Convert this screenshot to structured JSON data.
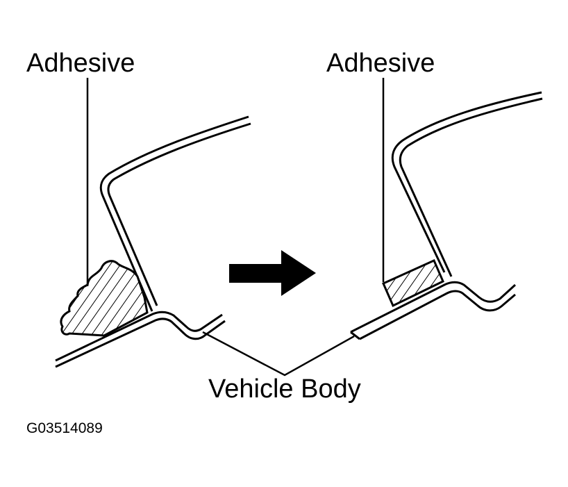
{
  "labels": {
    "adhesive_left": "Adhesive",
    "adhesive_right": "Adhesive",
    "vehicle_body": "Vehicle Body",
    "figure_code": "G03514089"
  },
  "colors": {
    "ink": "#000000",
    "paper": "#ffffff"
  },
  "icons": {
    "arrow": "right-arrow-icon"
  }
}
